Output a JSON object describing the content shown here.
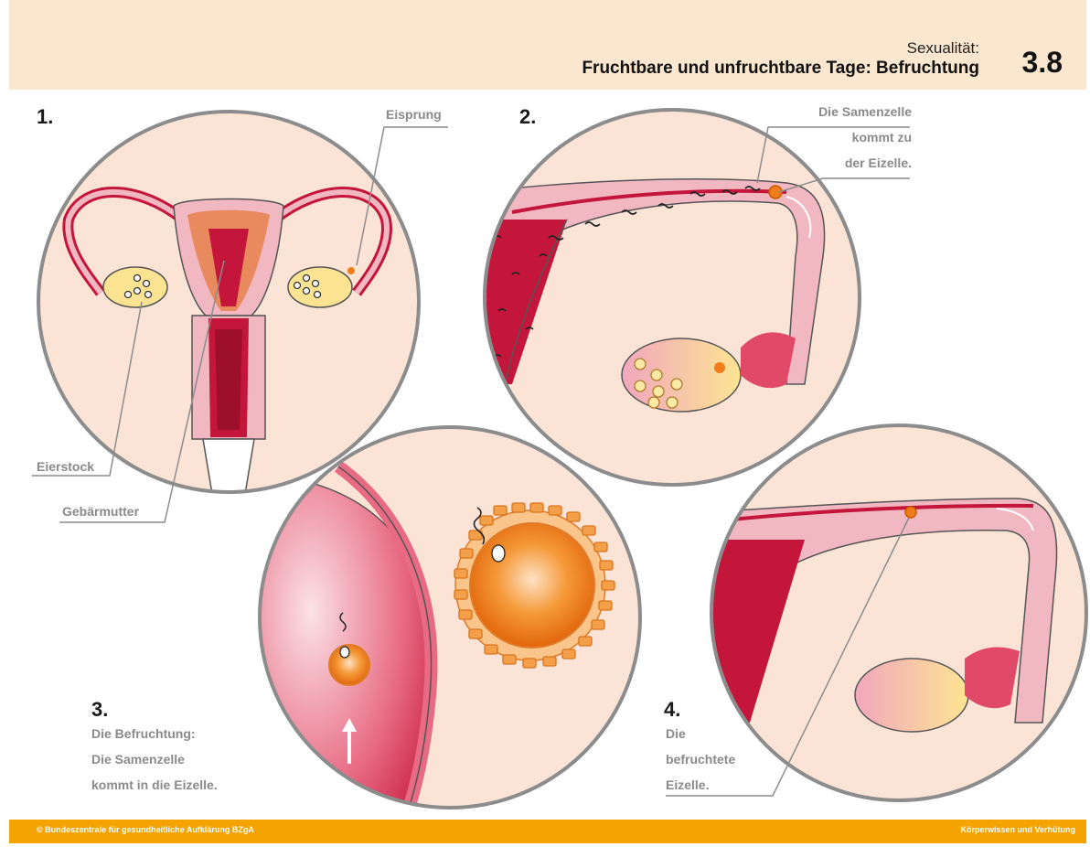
{
  "header": {
    "subtitle": "Sexualität:",
    "title": "Fruchtbare und unfruchtbare Tage: Befruchtung",
    "number": "3.8"
  },
  "panel1": {
    "number": "1.",
    "label_ovulation": "Eisprung",
    "label_ovary": "Eierstock",
    "label_uterus": "Gebärmutter"
  },
  "panel2": {
    "number": "2.",
    "caption": [
      "Die Samenzelle",
      "kommt zu",
      "der Eizelle."
    ]
  },
  "panel3": {
    "number": "3.",
    "caption": [
      "Die Befruchtung:",
      "Die Samenzelle",
      "kommt in die Eizelle."
    ]
  },
  "panel4": {
    "number": "4.",
    "caption": [
      "Die",
      "befruchtete",
      "Eizelle."
    ]
  },
  "footer": {
    "left": "© Bundeszentrale für gesundheitliche Aufklärung BZgA",
    "right": "Körperwissen und Verhütung"
  },
  "colors": {
    "header_bg": "#fbe7cf",
    "footer_bg": "#f5a300",
    "circle_bg": "#fbe3d6",
    "circle_border": "#8c8c8c",
    "tissue_dark": "#c4153a",
    "tissue_light": "#f2b8c2",
    "ovary_yellow": "#fbe391",
    "egg_orange": "#f07d1a"
  }
}
